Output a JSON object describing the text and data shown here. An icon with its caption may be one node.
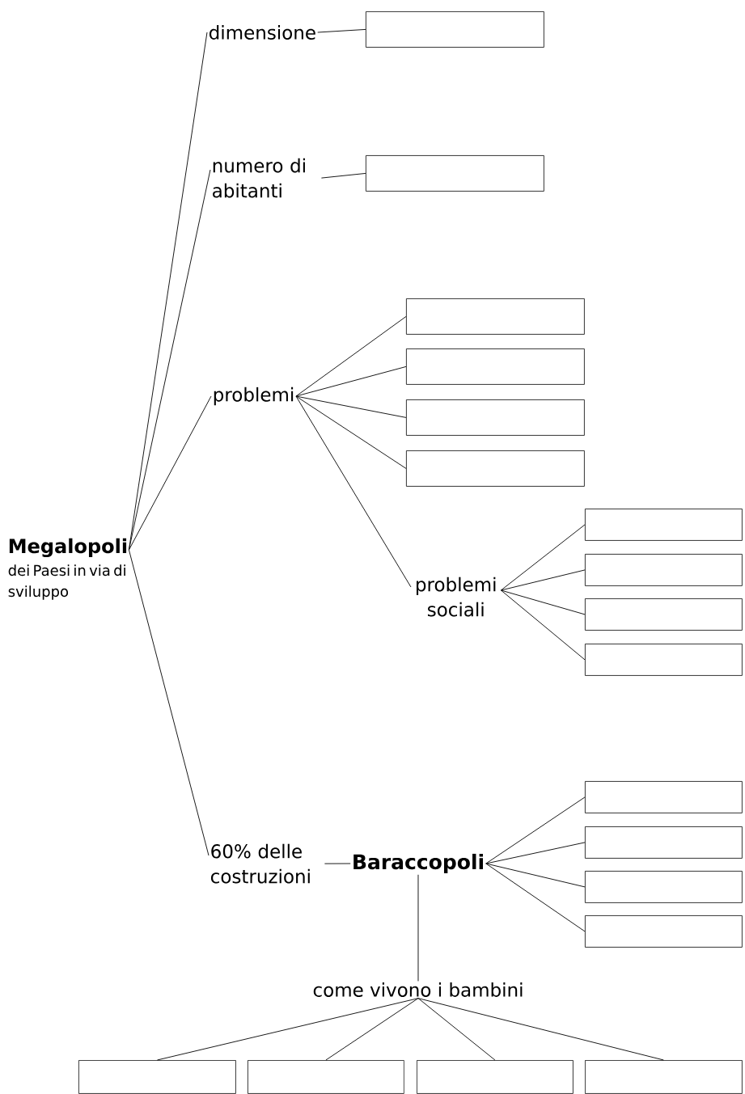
{
  "diagram": {
    "nodes": [
      {
        "text": [
          "Megalopoli",
          "dei Paesi in via di sviluppo"
        ]
      },
      {
        "text": [
          "dimensione"
        ]
      },
      {
        "text": [],
        "shape": "box"
      },
      {
        "text": [
          "numero di abitanti"
        ]
      },
      {
        "text": [],
        "shape": "box"
      },
      {
        "text": [
          "problemi"
        ]
      },
      {
        "text": [],
        "shape": "box"
      },
      {
        "text": [],
        "shape": "box"
      },
      {
        "text": [],
        "shape": "box"
      },
      {
        "text": [],
        "shape": "box"
      },
      {
        "text": [
          "problemi sociali"
        ]
      },
      {
        "text": [],
        "shape": "box"
      },
      {
        "text": [],
        "shape": "box"
      },
      {
        "text": [],
        "shape": "box"
      },
      {
        "text": [],
        "shape": "box"
      },
      {
        "text": [
          "60% delle costruzioni"
        ]
      },
      {
        "text": [
          "Baraccopoli"
        ]
      },
      {
        "text": [],
        "shape": "box"
      },
      {
        "text": [],
        "shape": "box"
      },
      {
        "text": [],
        "shape": "box"
      },
      {
        "text": [],
        "shape": "box"
      },
      {
        "text": [
          "come vivono i bambini"
        ]
      },
      {
        "text": [],
        "shape": "box"
      },
      {
        "text": [],
        "shape": "box"
      },
      {
        "text": [],
        "shape": "box"
      },
      {
        "text": [],
        "shape": "box"
      }
    ],
    "edges": [
      {
        "from": 0,
        "to": 1,
        "arrow": "none"
      },
      {
        "from": 0,
        "to": 3,
        "arrow": "none"
      },
      {
        "from": 0,
        "to": 5,
        "arrow": "none"
      },
      {
        "from": 0,
        "to": 15,
        "arrow": "none"
      },
      {
        "from": 1,
        "to": 2,
        "arrow": "none"
      },
      {
        "from": 3,
        "to": 4,
        "arrow": "none"
      },
      {
        "from": 5,
        "to": 6,
        "arrow": "none"
      },
      {
        "from": 5,
        "to": 7,
        "arrow": "none"
      },
      {
        "from": 5,
        "to": 8,
        "arrow": "none"
      },
      {
        "from": 5,
        "to": 9,
        "arrow": "none"
      },
      {
        "from": 5,
        "to": 10,
        "arrow": "none"
      },
      {
        "from": 10,
        "to": 11,
        "arrow": "none"
      },
      {
        "from": 10,
        "to": 12,
        "arrow": "none"
      },
      {
        "from": 10,
        "to": 13,
        "arrow": "none"
      },
      {
        "from": 10,
        "to": 14,
        "arrow": "none"
      },
      {
        "from": 15,
        "to": 16,
        "arrow": "none"
      },
      {
        "from": 16,
        "to": 17,
        "arrow": "none"
      },
      {
        "from": 16,
        "to": 18,
        "arrow": "none"
      },
      {
        "from": 16,
        "to": 19,
        "arrow": "none"
      },
      {
        "from": 16,
        "to": 20,
        "arrow": "none"
      },
      {
        "from": 16,
        "to": 21,
        "arrow": "none"
      },
      {
        "from": 21,
        "to": 22,
        "arrow": "none"
      },
      {
        "from": 21,
        "to": 23,
        "arrow": "none"
      },
      {
        "from": 21,
        "to": 24,
        "arrow": "none"
      },
      {
        "from": 21,
        "to": 25,
        "arrow": "none"
      }
    ]
  }
}
